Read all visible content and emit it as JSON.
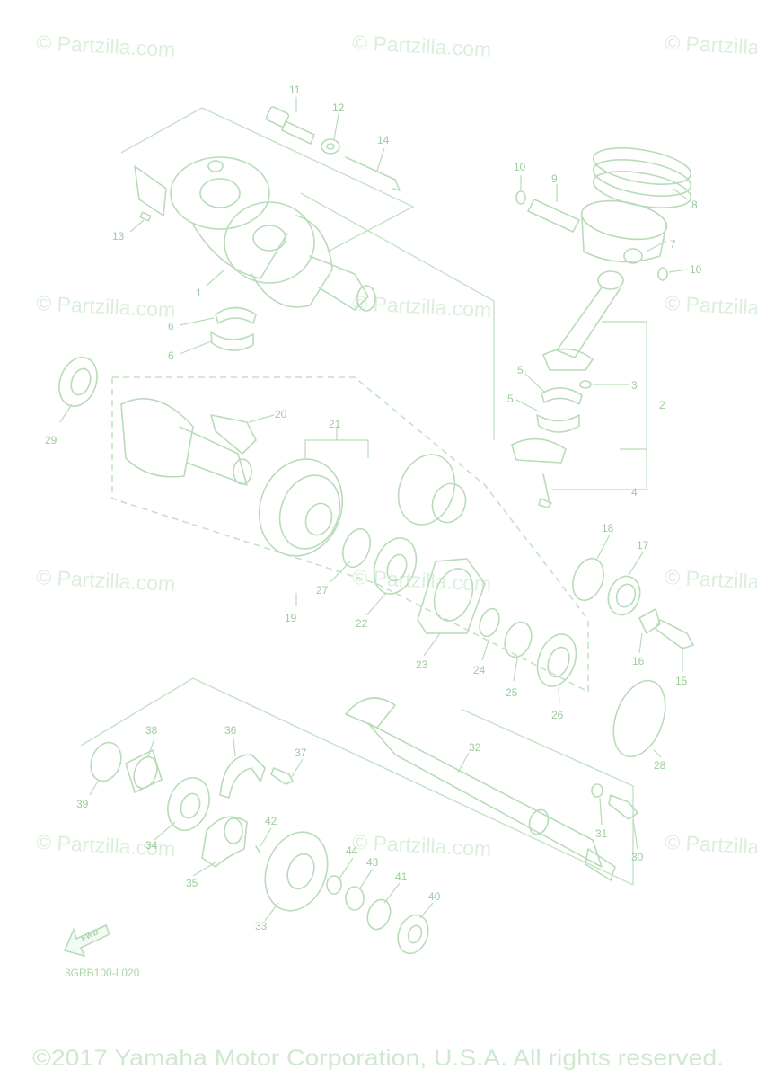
{
  "watermark_text": "© Partzilla.com",
  "diagram_code": "8GRB100-L020",
  "fwd_label": "FWD",
  "copyright": "©2017 Yamaha Motor Corporation, U.S.A. All rights reserved.",
  "callouts": {
    "n1": "1",
    "n2": "2",
    "n3": "3",
    "n4": "4",
    "n5a": "5",
    "n5b": "5",
    "n6a": "6",
    "n6b": "6",
    "n7": "7",
    "n8": "8",
    "n9": "9",
    "n10a": "10",
    "n10b": "10",
    "n11": "11",
    "n12": "12",
    "n13": "13",
    "n14": "14",
    "n15": "15",
    "n16": "16",
    "n17": "17",
    "n18": "18",
    "n19": "19",
    "n20": "20",
    "n21": "21",
    "n22": "22",
    "n23": "23",
    "n24": "24",
    "n25": "25",
    "n26": "26",
    "n27": "27",
    "n28": "28",
    "n29": "29",
    "n30": "30",
    "n31": "31",
    "n32": "32",
    "n33": "33",
    "n34": "34",
    "n35": "35",
    "n36": "36",
    "n37": "37",
    "n38": "38",
    "n39": "39",
    "n40": "40",
    "n41": "41",
    "n42": "42",
    "n43": "43",
    "n44": "44"
  }
}
